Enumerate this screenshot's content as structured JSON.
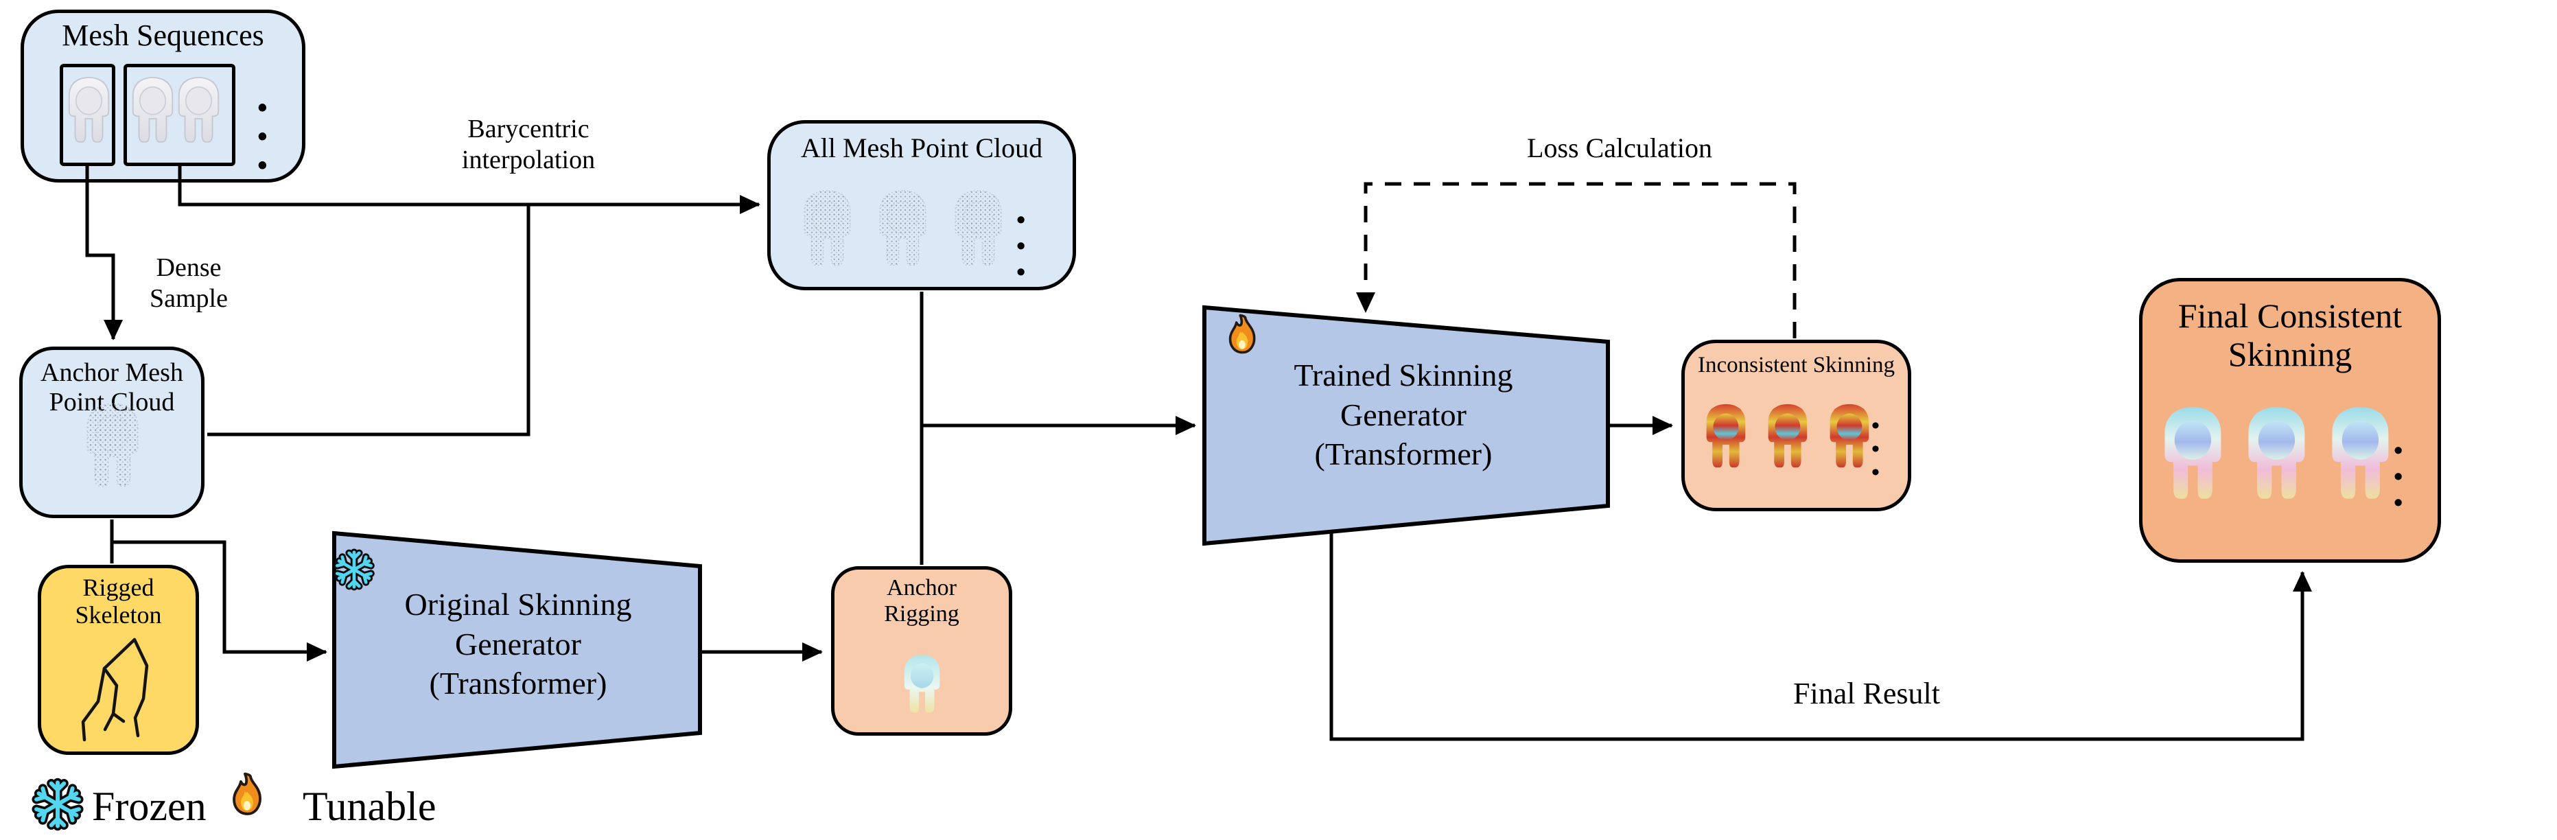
{
  "diagram": {
    "boxes": {
      "mesh_sequences": {
        "title": "Mesh Sequences",
        "ellipsis": "• • •"
      },
      "anchor_mesh_point_cloud": {
        "line1": "Anchor Mesh",
        "line2": "Point Cloud"
      },
      "rigged_skeleton": {
        "line1": "Rigged",
        "line2": "Skeleton"
      },
      "all_mesh_point_cloud": {
        "title": "All Mesh Point Cloud",
        "ellipsis": "• • •"
      },
      "original_skinning_generator": {
        "line1": "Original Skinning",
        "line2": "Generator",
        "line3": "(Transformer)",
        "state_icon": "snowflake-icon"
      },
      "anchor_rigging": {
        "line1": "Anchor",
        "line2": "Rigging"
      },
      "trained_skinning_generator": {
        "line1": "Trained Skinning",
        "line2": "Generator",
        "line3": "(Transformer)",
        "state_icon": "flame-icon"
      },
      "inconsistent_skinning": {
        "title": "Inconsistent Skinning",
        "ellipsis": "• • •"
      },
      "final_consistent_skinning": {
        "line1": "Final Consistent",
        "line2": "Skinning",
        "ellipsis": "• • •"
      }
    },
    "edge_labels": {
      "dense_sample": {
        "line1": "Dense",
        "line2": "Sample"
      },
      "barycentric": {
        "line1": "Barycentric",
        "line2": "interpolation"
      },
      "loss_calculation": "Loss Calculation",
      "final_result": "Final Result"
    },
    "legend": {
      "frozen_icon": "snowflake-icon",
      "frozen_label": "Frozen",
      "tunable_icon": "flame-icon",
      "tunable_label": "Tunable"
    },
    "colors": {
      "light_blue_box": "#dbe8f5",
      "module_trapezoid": "#b4c7e7",
      "skeleton_yellow": "#ffd966",
      "rigging_peach": "#f8cbad",
      "final_orange": "#f4b183",
      "connector": "#000000",
      "snowflake_cyan": "#53d6f0",
      "flame_orange": "#f08c1b"
    }
  }
}
